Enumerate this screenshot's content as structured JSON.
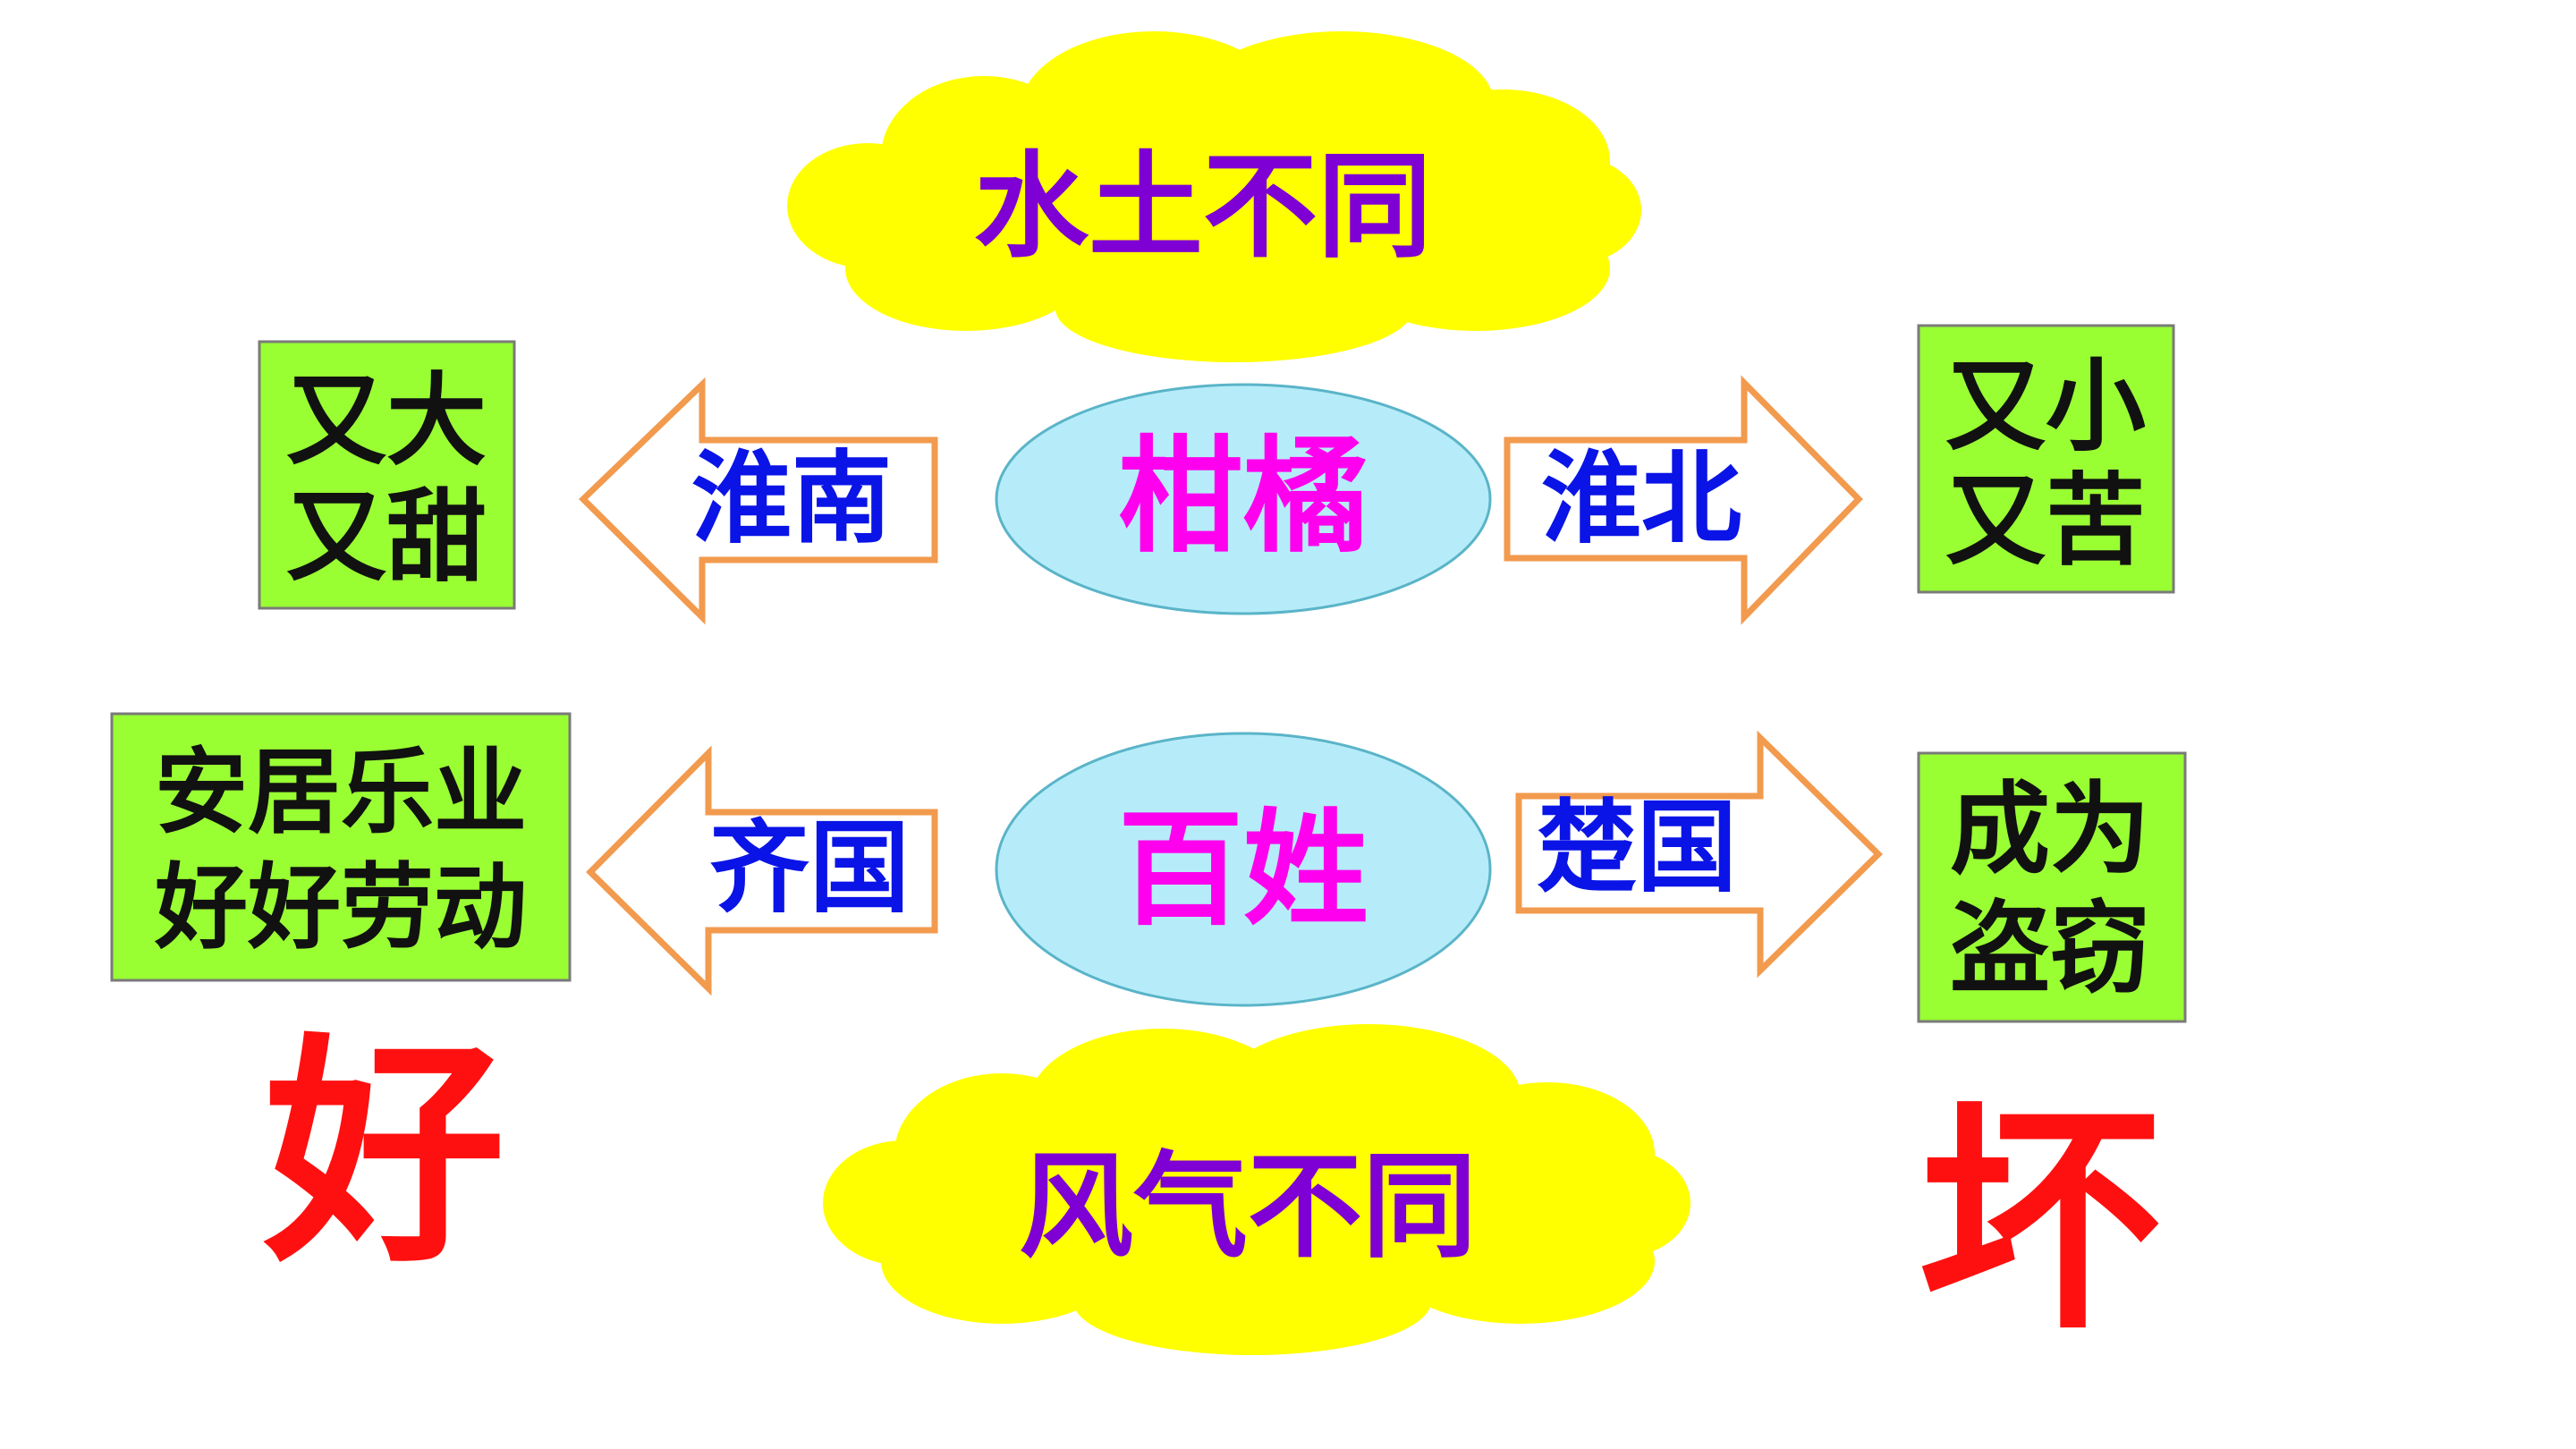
{
  "colors": {
    "cloud_fill": "#ffff00",
    "ellipse_fill": "#b6ecf9",
    "ellipse_stroke": "#5ab4c8",
    "arrow_stroke": "#f29a4e",
    "box_fill": "#99ff33",
    "box_stroke": "#7a7a7a",
    "purple_text": "#7f00d4",
    "magenta_text": "#ff00ee",
    "blue_text": "#0a14e6",
    "black_text": "#111111",
    "red_text": "#ff1010"
  },
  "clouds": {
    "top": "水土不同",
    "bottom": "风气不同"
  },
  "row1": {
    "center": "柑橘",
    "left_arrow": "淮南",
    "right_arrow": "淮北",
    "left_box": [
      "又大",
      "又甜"
    ],
    "right_box": [
      "又小",
      "又苦"
    ]
  },
  "row2": {
    "center": "百姓",
    "left_arrow": "齐国",
    "right_arrow": "楚国",
    "left_box": [
      "安居乐业",
      "好好劳动"
    ],
    "right_box": [
      "成为",
      "盗窃"
    ]
  },
  "verdict": {
    "good": "好",
    "bad": "坏"
  }
}
